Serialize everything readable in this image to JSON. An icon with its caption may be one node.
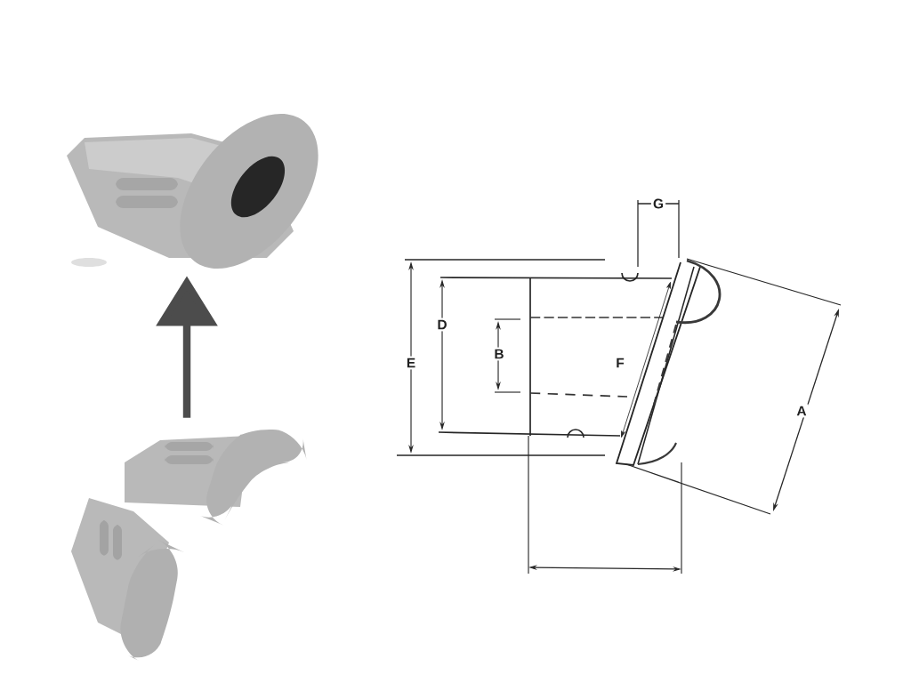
{
  "diagram": {
    "nodes": [
      {
        "text": [],
        "shape": "picture"
      },
      {
        "text": [],
        "shape": "picture"
      }
    ],
    "edges": [
      {
        "from": 1,
        "to": 0,
        "arrow": "to"
      }
    ],
    "labels": [
      "G",
      "D",
      "B",
      "E",
      "F",
      "A"
    ]
  }
}
